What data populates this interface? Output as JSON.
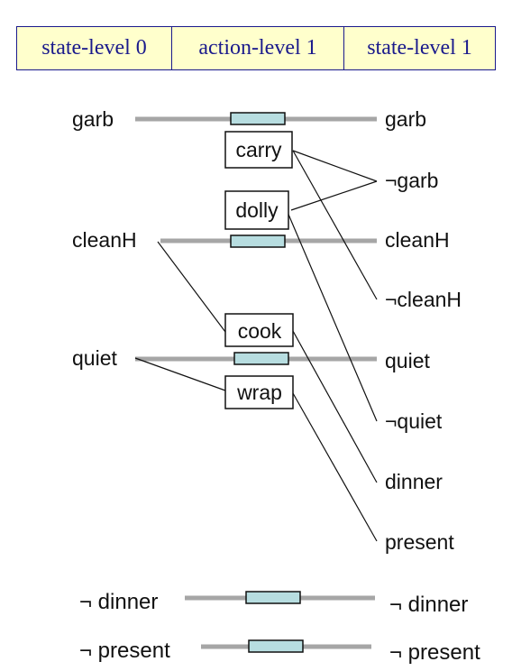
{
  "header": {
    "cols": [
      "state-level 0",
      "action-level 1",
      "state-level 1"
    ],
    "fill": "#ffffcc",
    "border": "#1a1a8c"
  },
  "state_level_0": [
    "garb",
    "cleanH",
    "quiet"
  ],
  "actions": [
    "carry",
    "dolly",
    "cook",
    "wrap"
  ],
  "state_level_1": [
    "garb",
    "¬garb",
    "cleanH",
    "¬cleanH",
    "quiet",
    "¬quiet",
    "dinner",
    "present"
  ],
  "bottom_rows": [
    {
      "left": "¬ dinner",
      "right": "¬ dinner"
    },
    {
      "left": "¬ present",
      "right": "¬ present"
    }
  ],
  "colors": {
    "persistence_line": "#a6a6a6",
    "noop_box": "#b7dde0",
    "edge": "#111111"
  }
}
